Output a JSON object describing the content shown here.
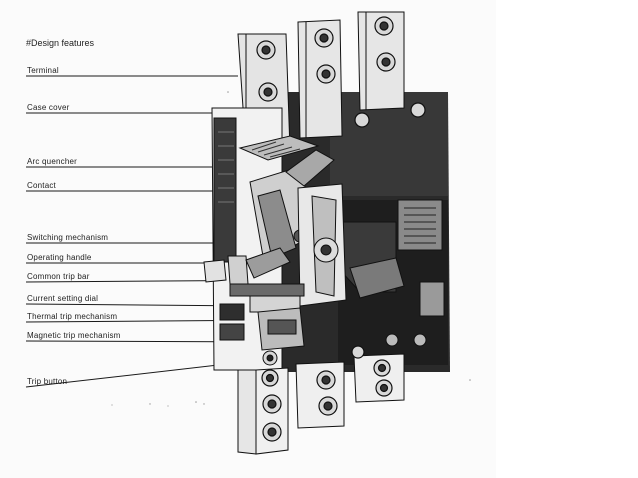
{
  "diagram": {
    "title": "#Design features",
    "labels": [
      {
        "id": "terminal",
        "text": "Terminal"
      },
      {
        "id": "case-cover",
        "text": "Case cover"
      },
      {
        "id": "arc-quencher",
        "text": "Arc quencher"
      },
      {
        "id": "contact",
        "text": "Contact"
      },
      {
        "id": "switching-mechanism",
        "text": "Switching mechanism"
      },
      {
        "id": "operating-handle",
        "text": "Operating handle"
      },
      {
        "id": "common-trip-bar",
        "text": "Common trip bar"
      },
      {
        "id": "current-setting-dial",
        "text": "Current setting dial"
      },
      {
        "id": "thermal-trip-mechanism",
        "text": "Thermal trip mechanism"
      },
      {
        "id": "magnetic-trip-mechanism",
        "text": "Magnetic trip mechanism"
      },
      {
        "id": "trip-button",
        "text": "Trip button"
      }
    ],
    "colors": {
      "ink": "#1a1a1a",
      "dark": "#2b2b2b",
      "mid": "#6e6e6e",
      "light": "#cfcfcf",
      "paper": "#fbfbfb"
    }
  }
}
